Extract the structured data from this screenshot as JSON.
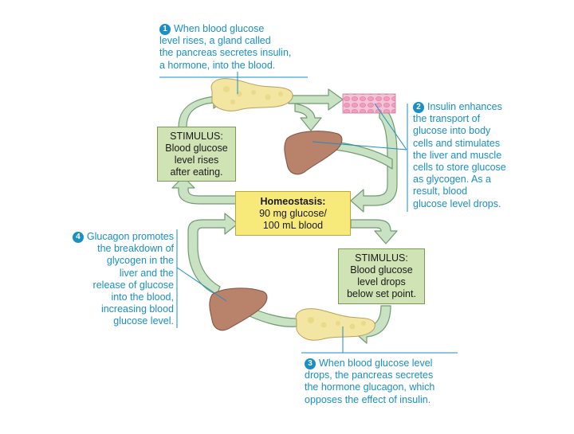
{
  "colors": {
    "arrow_fill": "#c9e2c3",
    "arrow_stroke": "#6f9c6f",
    "stimulus_box": "#cfe3b4",
    "homeostasis_box": "#f7e97a",
    "callout_text": "#1a8fc4",
    "liver": "#b9826a",
    "pancreas": "#f2e6a2",
    "body_cells": "#f0a9c4"
  },
  "homeostasis": {
    "title": "Homeostasis:",
    "line1": "90 mg glucose/",
    "line2": "100 mL blood"
  },
  "stimulus_rise": {
    "label": "STIMULUS:",
    "lines": [
      "Blood glucose",
      "level rises",
      "after eating."
    ]
  },
  "stimulus_drop": {
    "label": "STIMULUS:",
    "lines": [
      "Blood glucose",
      "level drops",
      "below set point."
    ]
  },
  "callouts": [
    {
      "number": "1",
      "lines": [
        "When blood glucose",
        "level rises, a gland called",
        "the pancreas secretes insulin,",
        "a hormone, into the blood."
      ]
    },
    {
      "number": "2",
      "lines": [
        "Insulin enhances",
        "the transport of",
        "glucose into body",
        "cells and stimulates",
        "the liver and muscle",
        "cells to store glucose",
        "as glycogen. As a",
        "result, blood",
        "glucose level drops."
      ]
    },
    {
      "number": "3",
      "lines": [
        "When blood glucose level",
        "drops, the pancreas secretes",
        "the hormone glucagon, which",
        "opposes the effect of insulin."
      ]
    },
    {
      "number": "4",
      "lines": [
        "Glucagon promotes",
        "the breakdown of",
        "glycogen in the",
        "liver and the",
        "release of glucose",
        "into the blood,",
        "increasing blood",
        "glucose level."
      ]
    }
  ],
  "icons": {
    "liver_top": "liver-icon",
    "liver_bottom": "liver-icon",
    "pancreas_top": "pancreas-icon",
    "pancreas_bottom": "pancreas-icon",
    "cells": "body-cells-icon"
  }
}
